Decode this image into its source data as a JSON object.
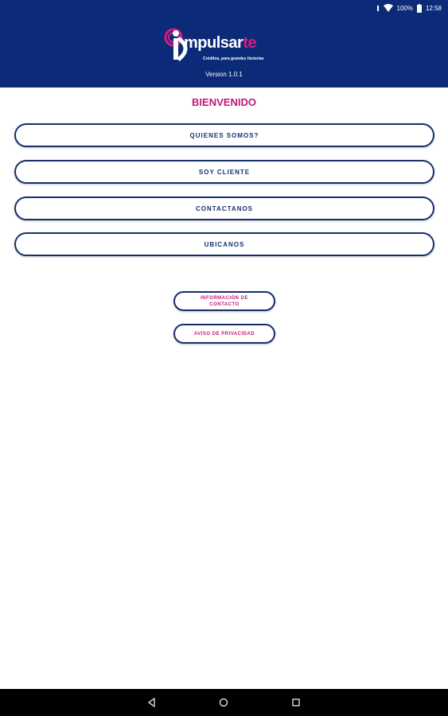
{
  "status_bar": {
    "battery": "100%",
    "time": "12:58"
  },
  "header": {
    "logo": {
      "text_main": "mpulsar",
      "text_accent": "te",
      "tagline": "Créditos, para grandes historias"
    },
    "version": "Version 1.0.1"
  },
  "main": {
    "welcome": "BIENVENIDO",
    "menu": [
      {
        "label": "QUIENES SOMOS?"
      },
      {
        "label": "SOY CLIENTE"
      },
      {
        "label": "CONTACTANOS"
      },
      {
        "label": "UBICANOS"
      }
    ],
    "secondary": [
      {
        "label": "INFORMACIÓN DE CONTACTO"
      },
      {
        "label": "AVISO DE PRIVACIDAD"
      }
    ]
  },
  "colors": {
    "header_bg": "#0b2a78",
    "accent": "#c2187a",
    "button_border": "#16306e"
  },
  "nav_bar": {
    "icons": [
      "back-icon",
      "home-icon",
      "recents-icon"
    ]
  }
}
